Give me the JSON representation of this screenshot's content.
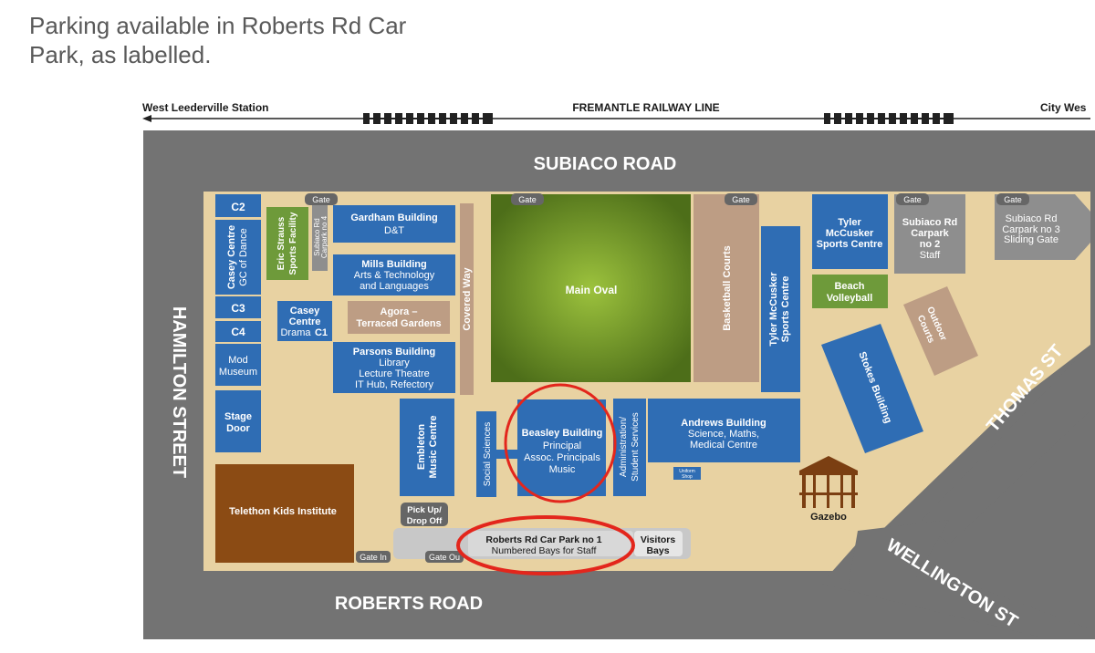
{
  "caption": {
    "line1": "Parking available in Roberts Rd Car",
    "line2": "Park, as labelled."
  },
  "rail": {
    "west": "West Leederville Station",
    "line": "FREMANTLE RAILWAY LINE",
    "east": "City Wes"
  },
  "roads": {
    "subiaco": "SUBIACO ROAD",
    "hamilton": "HAMILTON STREET",
    "roberts": "ROBERTS ROAD",
    "thomas": "THOMAS ST",
    "wellington": "WELLINGTON ST"
  },
  "gates": {
    "gate": "Gate",
    "gate_in": "Gate In",
    "gate_out": "Gate Ou"
  },
  "buildings": {
    "c2": "C2",
    "casey_gc_1": "Casey Centre",
    "casey_gc_2": "GC of Dance",
    "c3": "C3",
    "c4": "C4",
    "mod_1": "Mod",
    "mod_2": "Museum",
    "stage_1": "Stage",
    "stage_2": "Door",
    "eric_1": "Eric Strauss",
    "eric_2": "Sports Facility",
    "carpark4_1": "Subiaco Rd",
    "carpark4_2": "Carpark no 4",
    "gardham_1": "Gardham Building",
    "gardham_2": "D&T",
    "mills_1": "Mills Building",
    "mills_2": "Arts & Technology",
    "mills_3": "and Languages",
    "casey_drama_1": "Casey",
    "casey_drama_2": "Centre",
    "casey_drama_3": "Drama",
    "casey_drama_4": "C1",
    "agora_1": "Agora –",
    "agora_2": "Terraced Gardens",
    "parsons_1": "Parsons Building",
    "parsons_2": "Library",
    "parsons_3": "Lecture Theatre",
    "parsons_4": "IT Hub, Refectory",
    "covered_way": "Covered Way",
    "main_oval": "Main Oval",
    "basketball": "Basketball Courts",
    "tyler_vert_1": "Tyler McCusker",
    "tyler_vert_2": "Sports Centre",
    "tyler_1": "Tyler",
    "tyler_2": "McCusker",
    "tyler_3": "Sports Centre",
    "beach_1": "Beach",
    "beach_2": "Volleyball",
    "carpark2_1": "Subiaco Rd",
    "carpark2_2": "Carpark",
    "carpark2_3": "no 2",
    "carpark2_4": "Staff",
    "carpark3_1": "Subiaco Rd",
    "carpark3_2": "Carpark no 3",
    "carpark3_3": "Sliding Gate",
    "outdoor_1": "Outdoor",
    "outdoor_2": "Courts",
    "stokes": "Stokes Building",
    "telethon": "Telethon Kids Institute",
    "embleton_1": "Embleton",
    "embleton_2": "Music Centre",
    "social": "Social Sciences",
    "beasley_1": "Beasley Building",
    "beasley_2": "Principal",
    "beasley_3": "Assoc. Principals",
    "beasley_4": "Music",
    "admin_1": "Administration/",
    "admin_2": "Student Services",
    "andrews_1": "Andrews Building",
    "andrews_2": "Science, Maths,",
    "andrews_3": "Medical Centre",
    "uniform_1": "Uniform",
    "uniform_2": "Shop",
    "gazebo": "Gazebo",
    "pickup_1": "Pick Up/",
    "pickup_2": "Drop Off",
    "carpark1_1": "Roberts Rd Car Park no 1",
    "carpark1_2": "Numbered Bays for Staff",
    "visitors_1": "Visitors",
    "visitors_2": "Bays"
  },
  "colors": {
    "road": "#737373",
    "ground": "#e8d2a2",
    "building": "#2f6db4",
    "sport_green": "#6e9a3a",
    "court_tan": "#bd9d84",
    "telethon_brown": "#8b4b14",
    "carpark_grey": "#8e8e8e",
    "highlight": "#e3261c"
  }
}
